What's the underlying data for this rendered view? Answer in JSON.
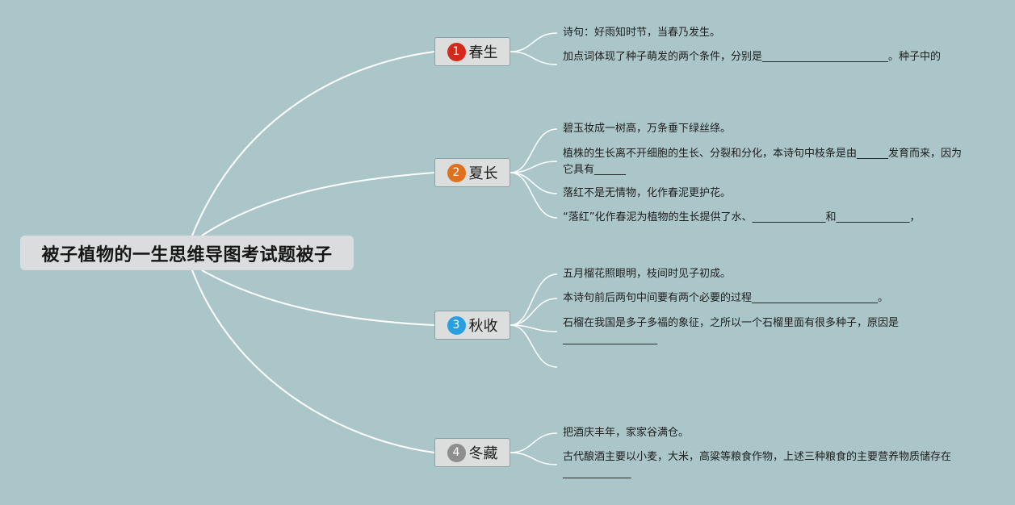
{
  "root": {
    "label": "被子植物的一生思维导图考试题被子"
  },
  "colors": {
    "background": "#abc6c9",
    "connector": "#ffffff",
    "badge_1": "#d42a1c",
    "badge_2": "#e0701c",
    "badge_3": "#2a9fe0",
    "badge_4": "#8e8e8e"
  },
  "branches": [
    {
      "number": "1",
      "label": "春生",
      "leaves": [
        "诗句：好雨知时节，当春乃发生。",
        "加点词体现了种子萌发的两个条件，分别是________________________。种子中的"
      ]
    },
    {
      "number": "2",
      "label": "夏长",
      "leaves": [
        "碧玉妆成一树高，万条垂下绿丝绦。",
        "植株的生长离不开细胞的生长、分裂和分化，本诗句中枝条是由______发育而来，因为它具有______",
        "落红不是无情物，化作春泥更护花。",
        "“落红”化作春泥为植物的生长提供了水、______________和______________，"
      ]
    },
    {
      "number": "3",
      "label": "秋收",
      "leaves": [
        "五月榴花照眼明，枝间时见子初成。",
        "本诗句前后两句中间要有两个必要的过程________________________。",
        "石榴在我国是多子多福的象征，之所以一个石榴里面有很多种子，原因是__________________",
        ""
      ]
    },
    {
      "number": "4",
      "label": "冬藏",
      "leaves": [
        "把酒庆丰年，家家谷满仓。",
        "古代酿酒主要以小麦，大米，高粱等粮食作物，上述三种粮食的主要营养物质储存在_____________"
      ]
    }
  ]
}
